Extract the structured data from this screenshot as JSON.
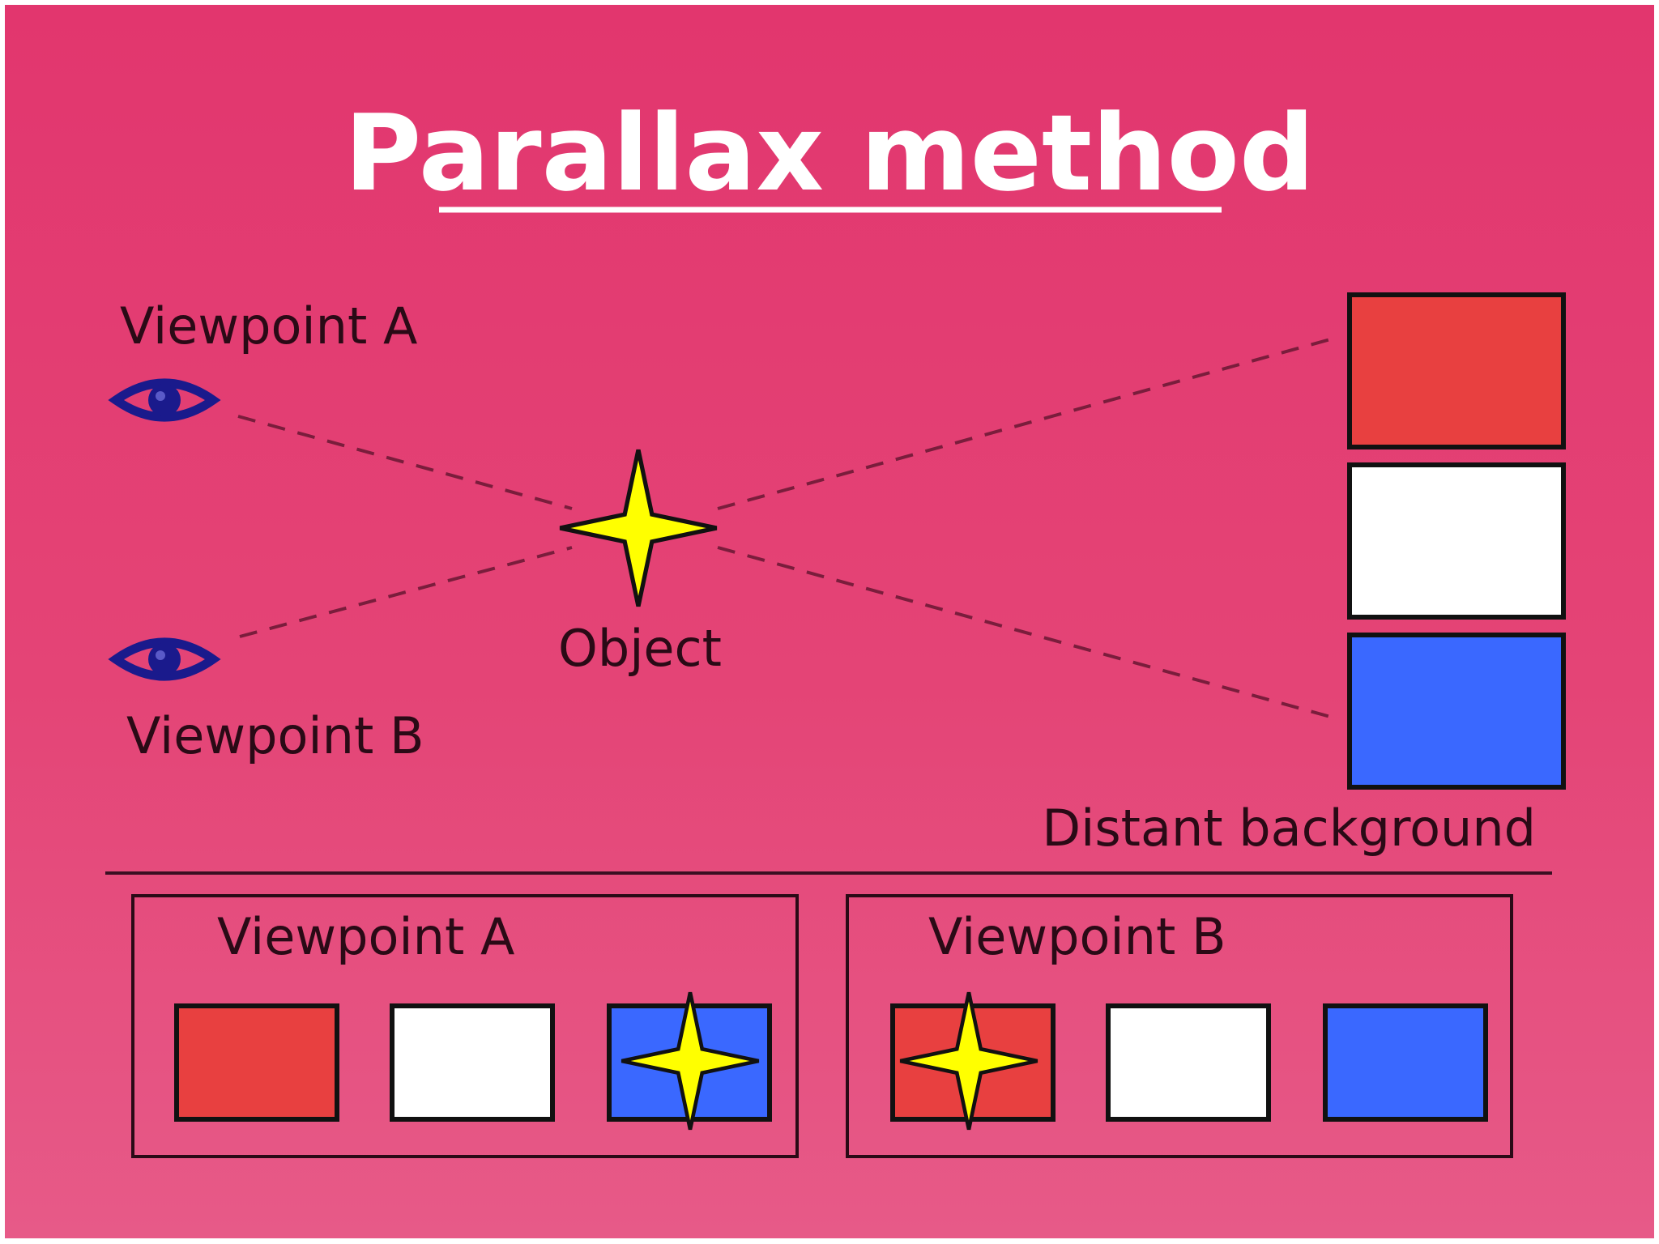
{
  "title": "Parallax method",
  "labels": {
    "viewpoint_a": "Viewpoint A",
    "viewpoint_b": "Viewpoint B",
    "object": "Object",
    "distant_background": "Distant background"
  },
  "panels": {
    "a_title": "Viewpoint A",
    "b_title": "Viewpoint B"
  },
  "colors": {
    "background": "#e2386f",
    "red": "#e84040",
    "white": "#ffffff",
    "blue": "#3a68ff",
    "star": "#ffff00",
    "eye": "#1a1a8c",
    "title_text": "#ffffff"
  },
  "icons": {
    "eye": "eye-icon",
    "star": "four-point-star-icon"
  }
}
